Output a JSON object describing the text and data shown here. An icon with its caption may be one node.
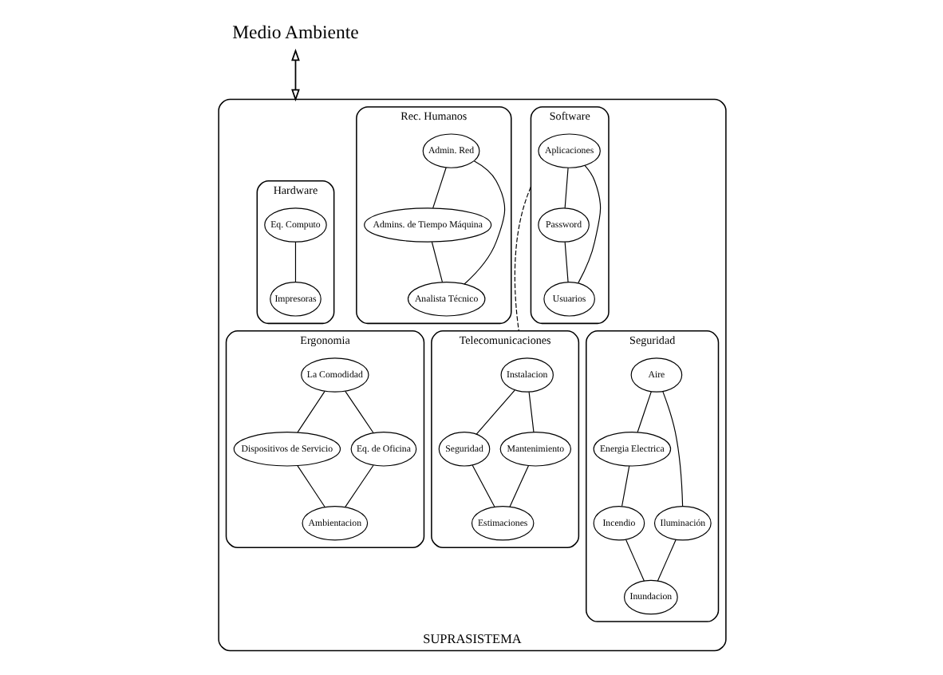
{
  "diagram": {
    "nodes": [
      {
        "text": [
          "Medio Ambiente"
        ]
      },
      {
        "text": [
          "SUPRASISTEMA"
        ]
      },
      {
        "text": [
          "Hardware"
        ],
        "in": 1
      },
      {
        "text": [
          "Eq. Computo"
        ],
        "in": 2
      },
      {
        "text": [
          "Impresoras"
        ],
        "in": 2
      },
      {
        "text": [
          "Software"
        ],
        "in": 1
      },
      {
        "text": [
          "Aplicaciones"
        ],
        "in": 5
      },
      {
        "text": [
          "Password"
        ],
        "in": 5
      },
      {
        "text": [
          "Usuarios"
        ],
        "in": 5
      },
      {
        "text": [
          "Rec. Humanos"
        ],
        "in": 1
      },
      {
        "text": [
          "Admin. Red"
        ],
        "in": 9
      },
      {
        "text": [
          "Admins. de Tiempo Máquina"
        ],
        "in": 9
      },
      {
        "text": [
          "Analista Técnico"
        ],
        "in": 9
      },
      {
        "text": [
          "Telecomunicaciones"
        ],
        "in": 1
      },
      {
        "text": [
          "Instalacion"
        ],
        "in": 13
      },
      {
        "text": [
          "Seguridad"
        ],
        "in": 13
      },
      {
        "text": [
          "Mantenimiento"
        ],
        "in": 13
      },
      {
        "text": [
          "Estimaciones"
        ],
        "in": 13
      },
      {
        "text": [
          "Seguridad"
        ],
        "in": 1
      },
      {
        "text": [
          "Aire"
        ],
        "in": 18
      },
      {
        "text": [
          "Energia Electrica"
        ],
        "in": 18
      },
      {
        "text": [
          "Iluminación"
        ],
        "in": 18
      },
      {
        "text": [
          "Incendio"
        ],
        "in": 18
      },
      {
        "text": [
          "Inundacion"
        ],
        "in": 18
      },
      {
        "text": [
          "Ergonomia"
        ],
        "in": 1
      },
      {
        "text": [
          "La Comodidad"
        ],
        "in": 24
      },
      {
        "text": [
          "Dispositivos de Servicio"
        ],
        "in": 24
      },
      {
        "text": [
          "Eq. de Oficina"
        ],
        "in": 24
      },
      {
        "text": [
          "Ambientacion"
        ],
        "in": 24
      }
    ],
    "edges": [
      {
        "from": 0,
        "to": 1,
        "arrow": "both"
      },
      {
        "from": 3,
        "to": 4,
        "arrow": "none"
      },
      {
        "from": 6,
        "to": 7,
        "arrow": "none"
      },
      {
        "from": 6,
        "to": 8,
        "arrow": "none"
      },
      {
        "from": 7,
        "to": 8,
        "arrow": "none"
      },
      {
        "from": 10,
        "to": 11,
        "arrow": "none"
      },
      {
        "from": 10,
        "to": 12,
        "arrow": "none"
      },
      {
        "from": 11,
        "to": 12,
        "arrow": "none"
      },
      {
        "from": 5,
        "to": 13,
        "arrow": "none",
        "style": "dashed"
      },
      {
        "from": 14,
        "to": 15,
        "arrow": "none"
      },
      {
        "from": 14,
        "to": 16,
        "arrow": "none"
      },
      {
        "from": 16,
        "to": 17,
        "arrow": "none"
      },
      {
        "from": 15,
        "to": 17,
        "arrow": "none"
      },
      {
        "from": 19,
        "to": 20,
        "arrow": "none"
      },
      {
        "from": 19,
        "to": 21,
        "arrow": "none"
      },
      {
        "from": 20,
        "to": 22,
        "arrow": "none"
      },
      {
        "from": 21,
        "to": 23,
        "arrow": "none"
      },
      {
        "from": 22,
        "to": 23,
        "arrow": "none"
      },
      {
        "from": 25,
        "to": 26,
        "arrow": "none"
      },
      {
        "from": 25,
        "to": 27,
        "arrow": "none"
      },
      {
        "from": 26,
        "to": 28,
        "arrow": "none"
      },
      {
        "from": 27,
        "to": 28,
        "arrow": "none"
      }
    ]
  }
}
